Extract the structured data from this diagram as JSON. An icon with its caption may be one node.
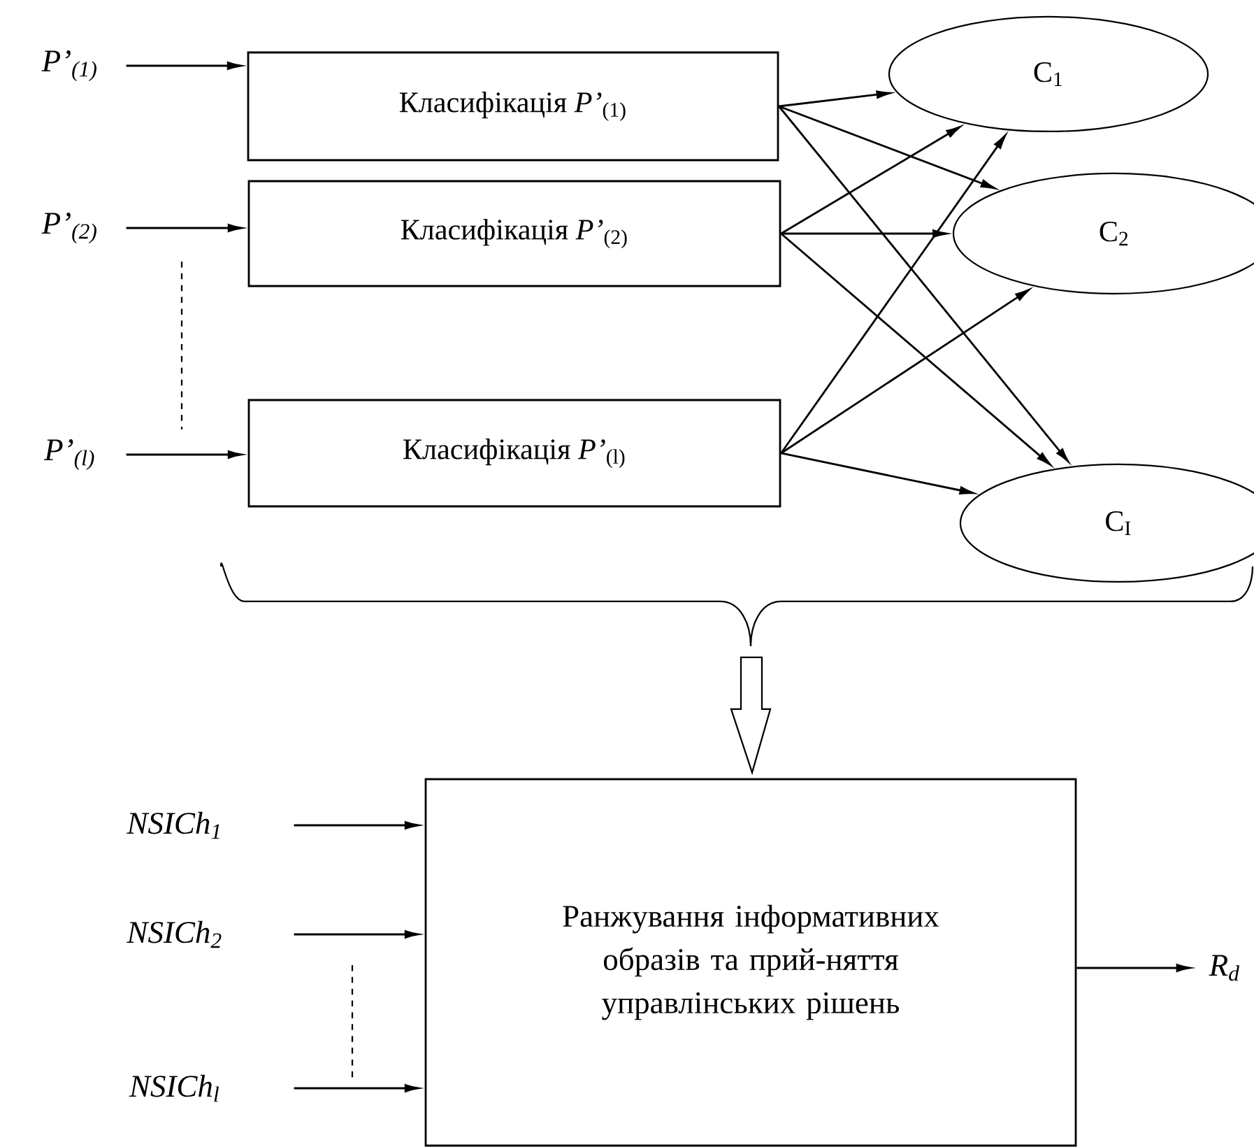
{
  "diagram": {
    "nodes": [
      {
        "text": [
          "P’$_{(1)}$"
        ]
      },
      {
        "text": [
          "P’$_{(2)}$"
        ]
      },
      {
        "text": [
          "P’$_{(l)}$"
        ]
      },
      {
        "text": [
          "Класифікація *P’*$_{(1)}$"
        ]
      },
      {
        "text": [
          "Класифікація *P’*$_{(2)}$"
        ]
      },
      {
        "text": [
          "Класифікація *P’*$_{(l)}$"
        ]
      },
      {
        "text": [
          "C$_{1}$"
        ]
      },
      {
        "text": [
          "C$_{2}$"
        ]
      },
      {
        "text": [
          "C$_{I}$"
        ]
      },
      {
        "text": [
          "NSICh$_{1}$"
        ]
      },
      {
        "text": [
          "NSICh$_{2}$"
        ]
      },
      {
        "text": [
          "NSICh$_{l}$"
        ]
      },
      {
        "text": [
          "Ранжування інформативних образів та прий-няття управлінських рішень"
        ]
      },
      {
        "text": [
          "R$_{d}$"
        ]
      }
    ],
    "edges": [
      {
        "from": 0,
        "to": 3,
        "arrow": "to"
      },
      {
        "from": 1,
        "to": 4,
        "arrow": "to"
      },
      {
        "from": 2,
        "to": 5,
        "arrow": "to"
      },
      {
        "from": 3,
        "to": 6,
        "arrow": "to"
      },
      {
        "from": 3,
        "to": 7,
        "arrow": "to"
      },
      {
        "from": 3,
        "to": 8,
        "arrow": "to"
      },
      {
        "from": 4,
        "to": 6,
        "arrow": "to"
      },
      {
        "from": 4,
        "to": 7,
        "arrow": "to"
      },
      {
        "from": 4,
        "to": 8,
        "arrow": "to"
      },
      {
        "from": 5,
        "to": 6,
        "arrow": "to"
      },
      {
        "from": 5,
        "to": 7,
        "arrow": "to"
      },
      {
        "from": 5,
        "to": 8,
        "arrow": "to"
      },
      {
        "from": null,
        "to": 12,
        "arrow": "to"
      },
      {
        "from": 9,
        "to": 12,
        "arrow": "to"
      },
      {
        "from": 10,
        "to": 12,
        "arrow": "to"
      },
      {
        "from": 11,
        "to": 12,
        "arrow": "to"
      },
      {
        "from": 12,
        "to": 13,
        "arrow": "to"
      }
    ]
  }
}
